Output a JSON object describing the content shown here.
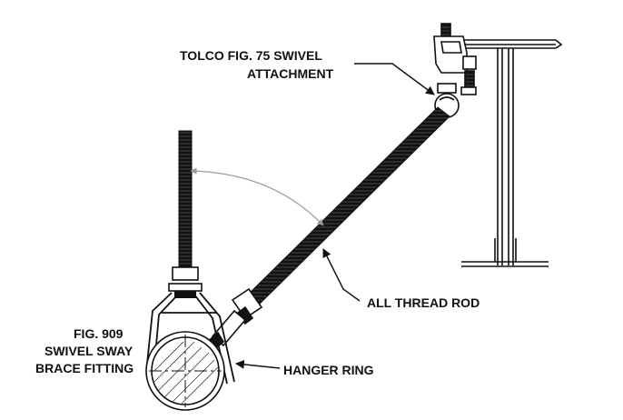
{
  "labels": {
    "swivel_attachment_line1": "TOLCO FIG. 75 SWIVEL",
    "swivel_attachment_line2": "ATTACHMENT",
    "all_thread_rod": "ALL THREAD ROD",
    "fitting_line1": "FIG. 909",
    "fitting_line2": "SWIVEL SWAY",
    "fitting_line3": "BRACE FITTING",
    "hanger_ring": "HANGER RING"
  },
  "colors": {
    "ink": "#111111",
    "hatch": "#222222",
    "arc": "#9a9a9a",
    "background": "#ffffff"
  }
}
